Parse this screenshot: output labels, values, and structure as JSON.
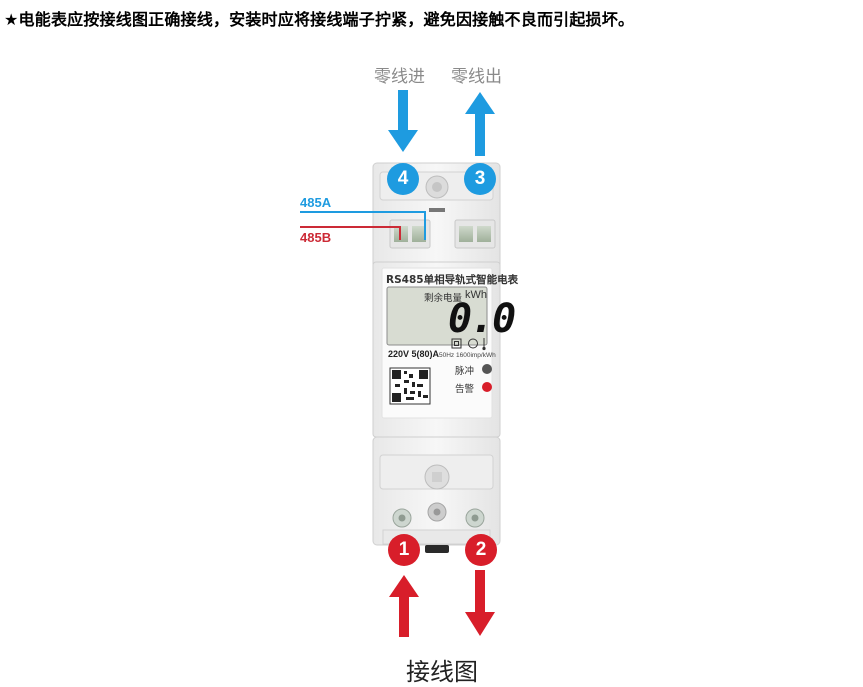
{
  "notice": {
    "text": "★电能表应按接线图正确接线，安装时应将接线端子拧紧，避免因接触不良而引起损坏。"
  },
  "top_labels": {
    "neutral_in": "零线进",
    "neutral_out": "零线出"
  },
  "terminals": {
    "t4": "4",
    "t3": "3",
    "t1": "1",
    "t2": "2"
  },
  "bus_labels": {
    "a": "485A",
    "b": "485B"
  },
  "meter": {
    "title": "RS485单相导轨式智能电表",
    "lcd_label": "剩余电量",
    "lcd_unit": "kWh",
    "lcd_value": "0.0",
    "rating": "220V 5(80)A",
    "freq": "50Hz 1600imp/kWh",
    "pulse_label": "脉冲",
    "alarm_label": "告警"
  },
  "caption": "接线图",
  "colors": {
    "blue": "#1e9be0",
    "red": "#d81e2a",
    "bus_a": "#1e9be0",
    "bus_b": "#cc2a36",
    "lcd_bg": "#d8dcd2",
    "pulse_led": "#555555",
    "alarm_led": "#d81e2a"
  }
}
